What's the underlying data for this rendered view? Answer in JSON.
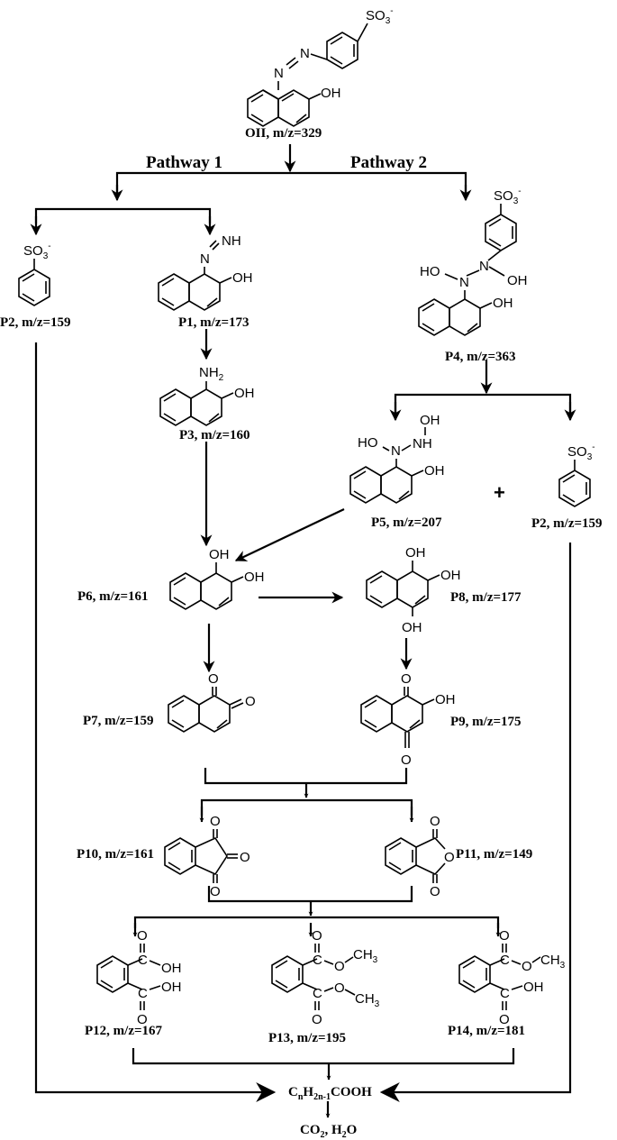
{
  "pathways": {
    "p1": "Pathway 1",
    "p2": "Pathway 2"
  },
  "compounds": {
    "OII": "OII, m/z=329",
    "P1": "P1, m/z=173",
    "P2a": "P2, m/z=159",
    "P2b": "P2, m/z=159",
    "P3": "P3, m/z=160",
    "P4": "P4, m/z=363",
    "P5": "P5, m/z=207",
    "P6": "P6, m/z=161",
    "P7": "P7, m/z=159",
    "P8": "P8, m/z=177",
    "P9": "P9, m/z=175",
    "P10": "P10, m/z=161",
    "P11": "P11, m/z=149",
    "P12": "P12, m/z=167",
    "P13": "P13, m/z=195",
    "P14": "P14, m/z=181"
  },
  "acid": {
    "C": "C",
    "n1": "n",
    "H": "H",
    "n2": "2n-1",
    "tail": "COOH"
  },
  "final": {
    "a": "CO",
    "b": "2",
    "c": ", H",
    "d": "2",
    "e": "O"
  },
  "plus": "+"
}
